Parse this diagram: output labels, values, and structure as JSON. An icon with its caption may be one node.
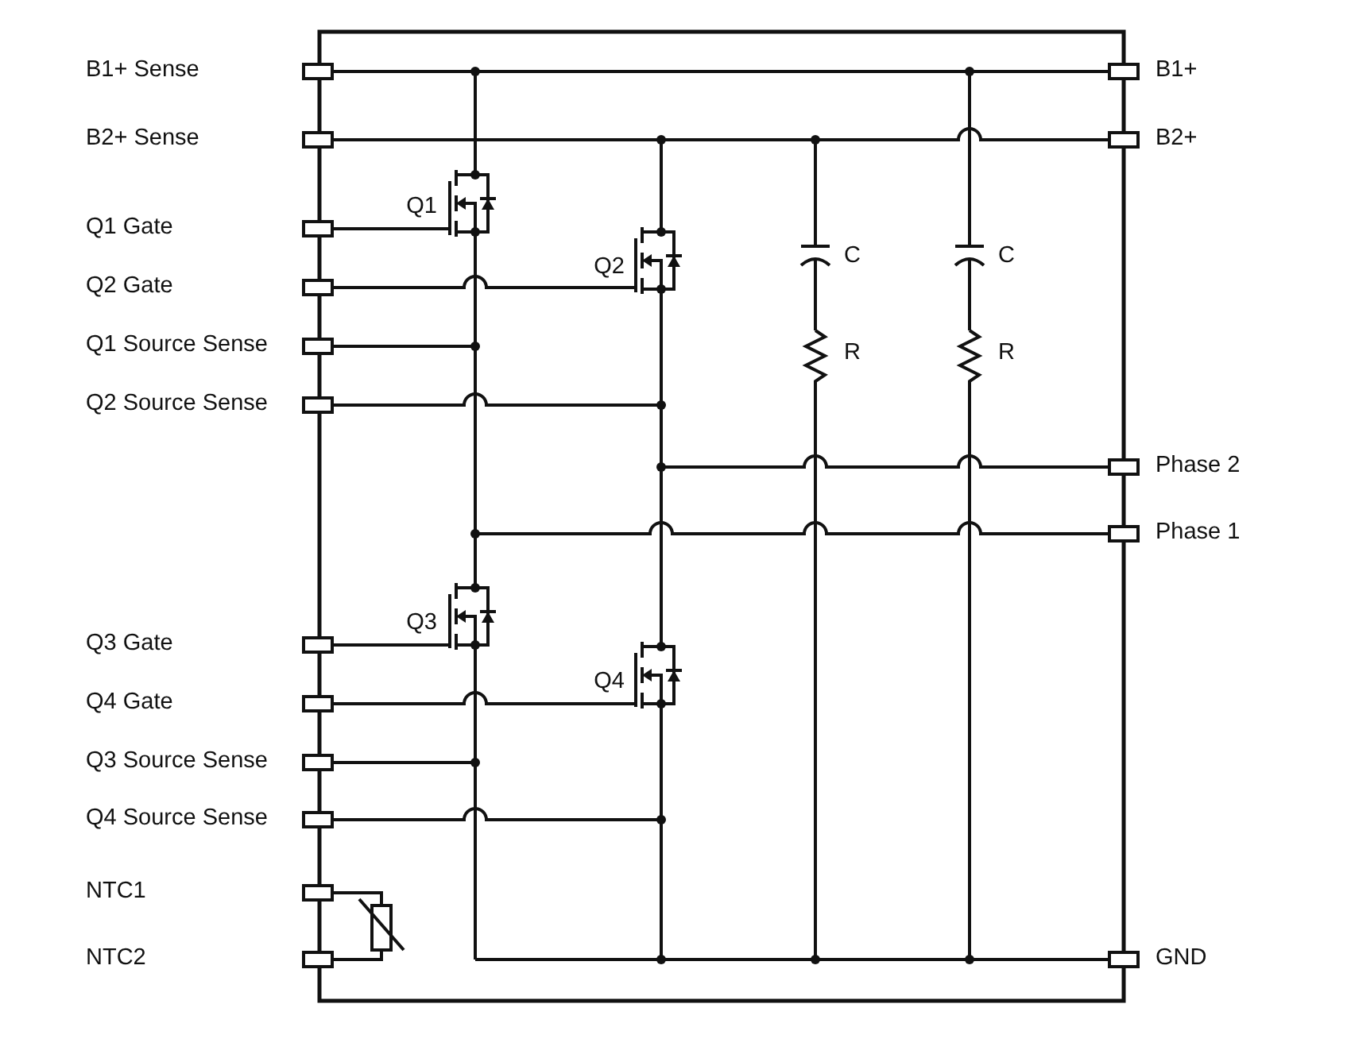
{
  "diagram": {
    "labels": [
      "B1+ Sense",
      "B1+",
      "B2+ Sense",
      "B2+",
      "Q1",
      "Q1 Gate",
      "C",
      "C",
      "Q2",
      "Q2 Gate",
      "Q1 Source Sense",
      "R",
      "R",
      "Q2 Source Sense",
      "Phase 2",
      "Phase 1",
      "Q3",
      "Q3 Gate",
      "Q4",
      "Q4 Gate",
      "Q3 Source Sense",
      "Q4 Source Sense",
      "NTC1",
      "NTC2",
      "GND"
    ]
  }
}
